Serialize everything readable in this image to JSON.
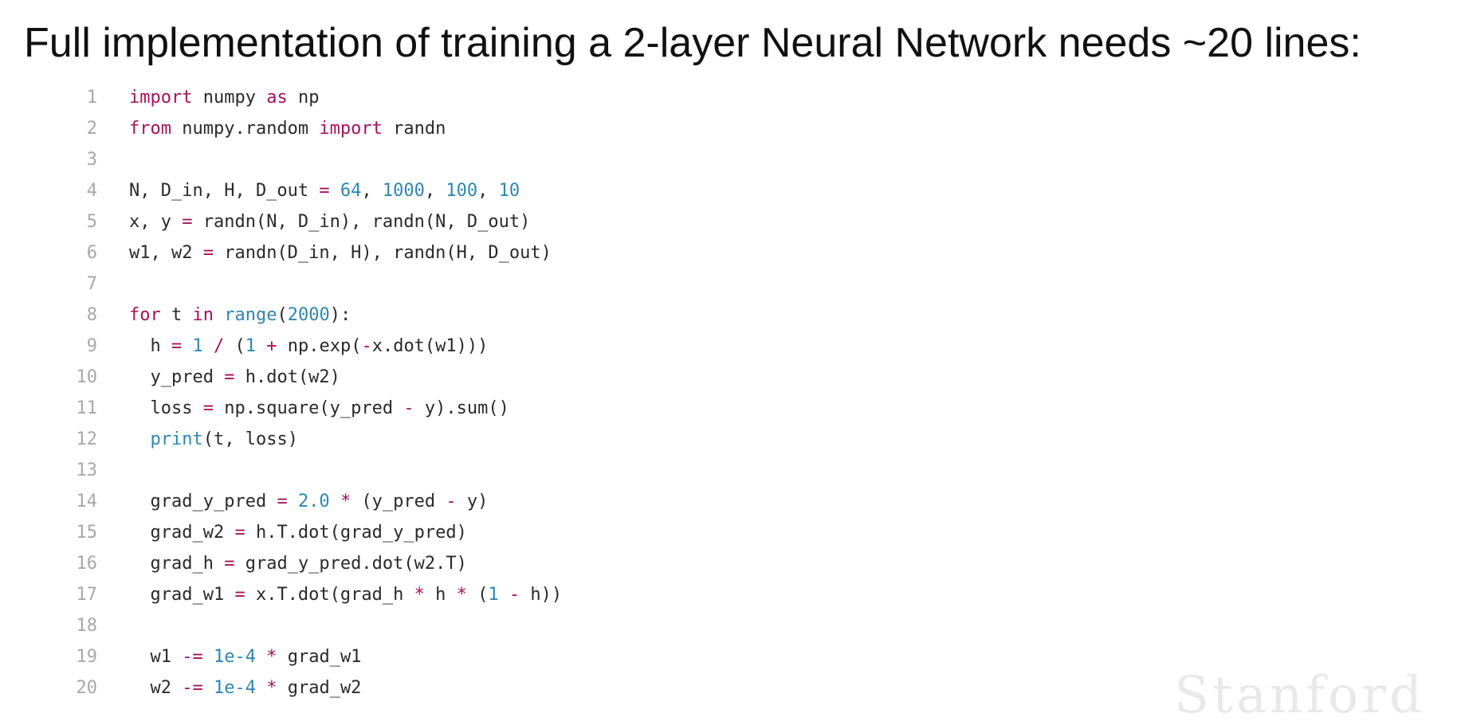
{
  "slide": {
    "title": "Full implementation of training a 2-layer Neural Network needs ~20 lines:",
    "watermark": "Stanford"
  },
  "code": {
    "language": "python",
    "lines": [
      {
        "n": "1",
        "tokens": [
          [
            "kw",
            "import"
          ],
          [
            "t",
            " numpy "
          ],
          [
            "kw",
            "as"
          ],
          [
            "t",
            " np"
          ]
        ]
      },
      {
        "n": "2",
        "tokens": [
          [
            "kw",
            "from"
          ],
          [
            "t",
            " numpy.random "
          ],
          [
            "kw",
            "import"
          ],
          [
            "t",
            " randn"
          ]
        ]
      },
      {
        "n": "3",
        "tokens": []
      },
      {
        "n": "4",
        "tokens": [
          [
            "t",
            "N, D_in, H, D_out "
          ],
          [
            "op",
            "="
          ],
          [
            "t",
            " "
          ],
          [
            "num",
            "64"
          ],
          [
            "t",
            ", "
          ],
          [
            "num",
            "1000"
          ],
          [
            "t",
            ", "
          ],
          [
            "num",
            "100"
          ],
          [
            "t",
            ", "
          ],
          [
            "num",
            "10"
          ]
        ]
      },
      {
        "n": "5",
        "tokens": [
          [
            "t",
            "x, y "
          ],
          [
            "op",
            "="
          ],
          [
            "t",
            " randn(N, D_in), randn(N, D_out)"
          ]
        ]
      },
      {
        "n": "6",
        "tokens": [
          [
            "t",
            "w1, w2 "
          ],
          [
            "op",
            "="
          ],
          [
            "t",
            " randn(D_in, H), randn(H, D_out)"
          ]
        ]
      },
      {
        "n": "7",
        "tokens": []
      },
      {
        "n": "8",
        "tokens": [
          [
            "kw",
            "for"
          ],
          [
            "t",
            " t "
          ],
          [
            "kw",
            "in"
          ],
          [
            "t",
            " "
          ],
          [
            "bi",
            "range"
          ],
          [
            "t",
            "("
          ],
          [
            "num",
            "2000"
          ],
          [
            "t",
            "):"
          ]
        ]
      },
      {
        "n": "9",
        "tokens": [
          [
            "t",
            "  h "
          ],
          [
            "op",
            "="
          ],
          [
            "t",
            " "
          ],
          [
            "num",
            "1"
          ],
          [
            "t",
            " "
          ],
          [
            "op",
            "/"
          ],
          [
            "t",
            " ("
          ],
          [
            "num",
            "1"
          ],
          [
            "t",
            " "
          ],
          [
            "op",
            "+"
          ],
          [
            "t",
            " np.exp("
          ],
          [
            "op",
            "-"
          ],
          [
            "t",
            "x.dot(w1)))"
          ]
        ]
      },
      {
        "n": "10",
        "tokens": [
          [
            "t",
            "  y_pred "
          ],
          [
            "op",
            "="
          ],
          [
            "t",
            " h.dot(w2)"
          ]
        ]
      },
      {
        "n": "11",
        "tokens": [
          [
            "t",
            "  loss "
          ],
          [
            "op",
            "="
          ],
          [
            "t",
            " np.square(y_pred "
          ],
          [
            "op",
            "-"
          ],
          [
            "t",
            " y).sum()"
          ]
        ]
      },
      {
        "n": "12",
        "tokens": [
          [
            "t",
            "  "
          ],
          [
            "bi",
            "print"
          ],
          [
            "t",
            "(t, loss)"
          ]
        ]
      },
      {
        "n": "13",
        "tokens": []
      },
      {
        "n": "14",
        "tokens": [
          [
            "t",
            "  grad_y_pred "
          ],
          [
            "op",
            "="
          ],
          [
            "t",
            " "
          ],
          [
            "num",
            "2.0"
          ],
          [
            "t",
            " "
          ],
          [
            "op",
            "*"
          ],
          [
            "t",
            " (y_pred "
          ],
          [
            "op",
            "-"
          ],
          [
            "t",
            " y)"
          ]
        ]
      },
      {
        "n": "15",
        "tokens": [
          [
            "t",
            "  grad_w2 "
          ],
          [
            "op",
            "="
          ],
          [
            "t",
            " h.T.dot(grad_y_pred)"
          ]
        ]
      },
      {
        "n": "16",
        "tokens": [
          [
            "t",
            "  grad_h "
          ],
          [
            "op",
            "="
          ],
          [
            "t",
            " grad_y_pred.dot(w2.T)"
          ]
        ]
      },
      {
        "n": "17",
        "tokens": [
          [
            "t",
            "  grad_w1 "
          ],
          [
            "op",
            "="
          ],
          [
            "t",
            " x.T.dot(grad_h "
          ],
          [
            "op",
            "*"
          ],
          [
            "t",
            " h "
          ],
          [
            "op",
            "*"
          ],
          [
            "t",
            " ("
          ],
          [
            "num",
            "1"
          ],
          [
            "t",
            " "
          ],
          [
            "op",
            "-"
          ],
          [
            "t",
            " h))"
          ]
        ]
      },
      {
        "n": "18",
        "tokens": []
      },
      {
        "n": "19",
        "tokens": [
          [
            "t",
            "  w1 "
          ],
          [
            "op",
            "-="
          ],
          [
            "t",
            " "
          ],
          [
            "num",
            "1e-4"
          ],
          [
            "t",
            " "
          ],
          [
            "op",
            "*"
          ],
          [
            "t",
            " grad_w1"
          ]
        ]
      },
      {
        "n": "20",
        "tokens": [
          [
            "t",
            "  w2 "
          ],
          [
            "op",
            "-="
          ],
          [
            "t",
            " "
          ],
          [
            "num",
            "1e-4"
          ],
          [
            "t",
            " "
          ],
          [
            "op",
            "*"
          ],
          [
            "t",
            " grad_w2"
          ]
        ]
      }
    ]
  }
}
